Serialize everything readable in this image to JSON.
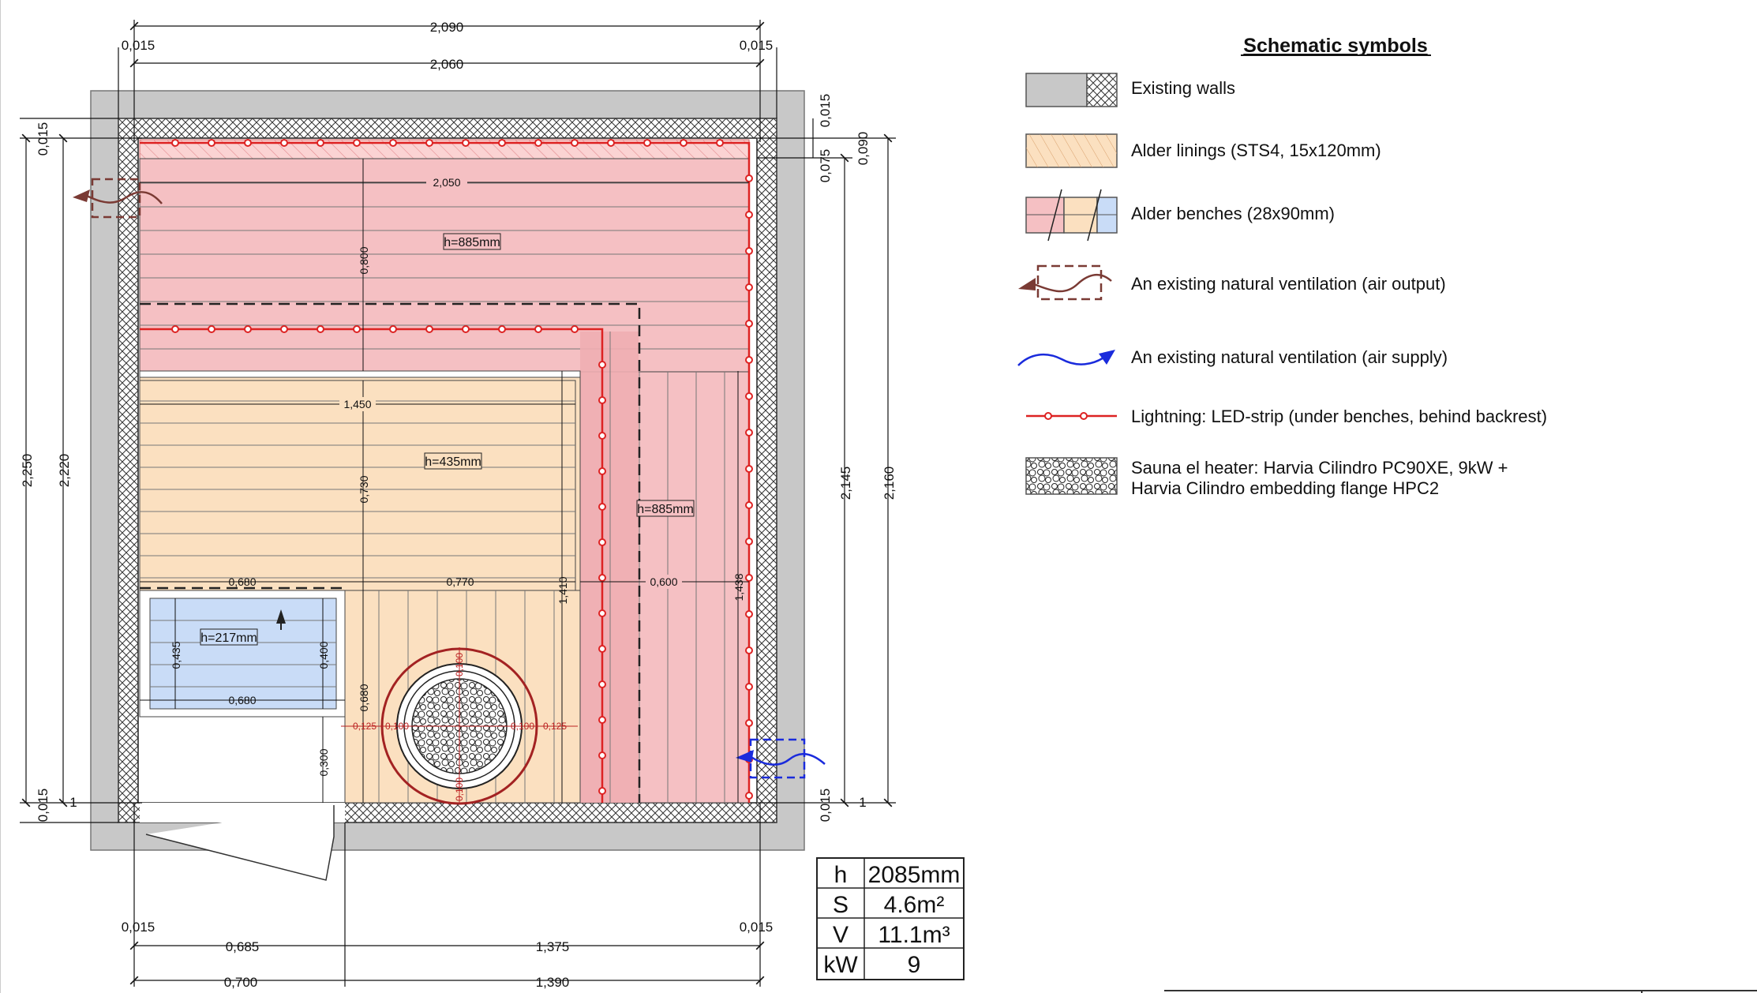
{
  "legend": {
    "title": "Schematic symbols",
    "items": [
      {
        "icon": "existing-walls-swatch",
        "label": "Existing walls"
      },
      {
        "icon": "alder-linings-swatch",
        "label": "Alder linings (STS4, 15x120mm)"
      },
      {
        "icon": "alder-benches-swatch",
        "label": "Alder benches (28x90mm)"
      },
      {
        "icon": "ventilation-output-icon",
        "label": "An existing natural ventilation (air output)"
      },
      {
        "icon": "ventilation-supply-icon",
        "label": "An existing natural ventilation (air supply)"
      },
      {
        "icon": "led-strip-icon",
        "label": "Lightning: LED-strip (under benches, behind backrest)"
      },
      {
        "icon": "heater-swatch",
        "label": "Sauna el heater: Harvia Cilindro PC90XE, 9kW +",
        "label2": "Harvia Cilindro embedding flange HPC2"
      }
    ]
  },
  "dimensions": {
    "top_total": "2,090",
    "top_left_edge": "0,015",
    "top_right_edge": "0,015",
    "top_inner": "2,060",
    "bench_top_width": "2,050",
    "bench_top_height": "h=885mm",
    "bench_top_depth": "0,800",
    "bench_mid_width": "1,450",
    "bench_mid_height": "h=435mm",
    "bench_mid_depth": "0,730",
    "bench_right_height": "h=885mm",
    "bench_right_depth": "0,600",
    "bench_right_len_a": "1,410",
    "bench_right_len_b": "1,438",
    "step_width_top": "0,680",
    "step_width_bottom": "0,680",
    "step_height": "h=217mm",
    "step_depth_a": "0,435",
    "step_depth_b": "0,400",
    "floor_width": "0,770",
    "floor_depth": "0,680",
    "door_gap": "0,300",
    "heater_clear_a": "0,125",
    "heater_clear_b": "0,100",
    "heater_clear_c": "0,100",
    "heater_clear_d": "0,125",
    "heater_clear_top": "0,100",
    "heater_clear_bottom": "0,100",
    "left_total": "2,250",
    "left_inner": "2,220",
    "left_top_edge": "0,015",
    "left_bottom_edge": "0,015",
    "right_top_edge": "0,015",
    "right_top_gap": "0,075",
    "right_top_outer": "0,090",
    "right_inner": "2,145",
    "right_total": "2,160",
    "right_bottom_edge": "0,015",
    "bottom_left_edge": "0,015",
    "bottom_right_edge": "0,015",
    "bottom_left_a": "0,685",
    "bottom_right_a": "1,375",
    "bottom_left_b": "0,700",
    "bottom_right_b": "1,390",
    "section_mark_left": "1",
    "section_mark_right": "1"
  },
  "specs": {
    "rows": [
      {
        "key": "h",
        "value": "2085mm"
      },
      {
        "key": "S",
        "value": "4.6m²"
      },
      {
        "key": "V",
        "value": "11.1m³"
      },
      {
        "key": "kW",
        "value": "9"
      }
    ]
  },
  "colors": {
    "wall": "#c8c8c8",
    "lining": "#fbe0c0",
    "bench_red": "#f5c0c3",
    "bench_blue": "#c9dcf7",
    "led": "#dd2222",
    "vent_out": "#7a3a34",
    "vent_in": "#1a2bdc"
  }
}
